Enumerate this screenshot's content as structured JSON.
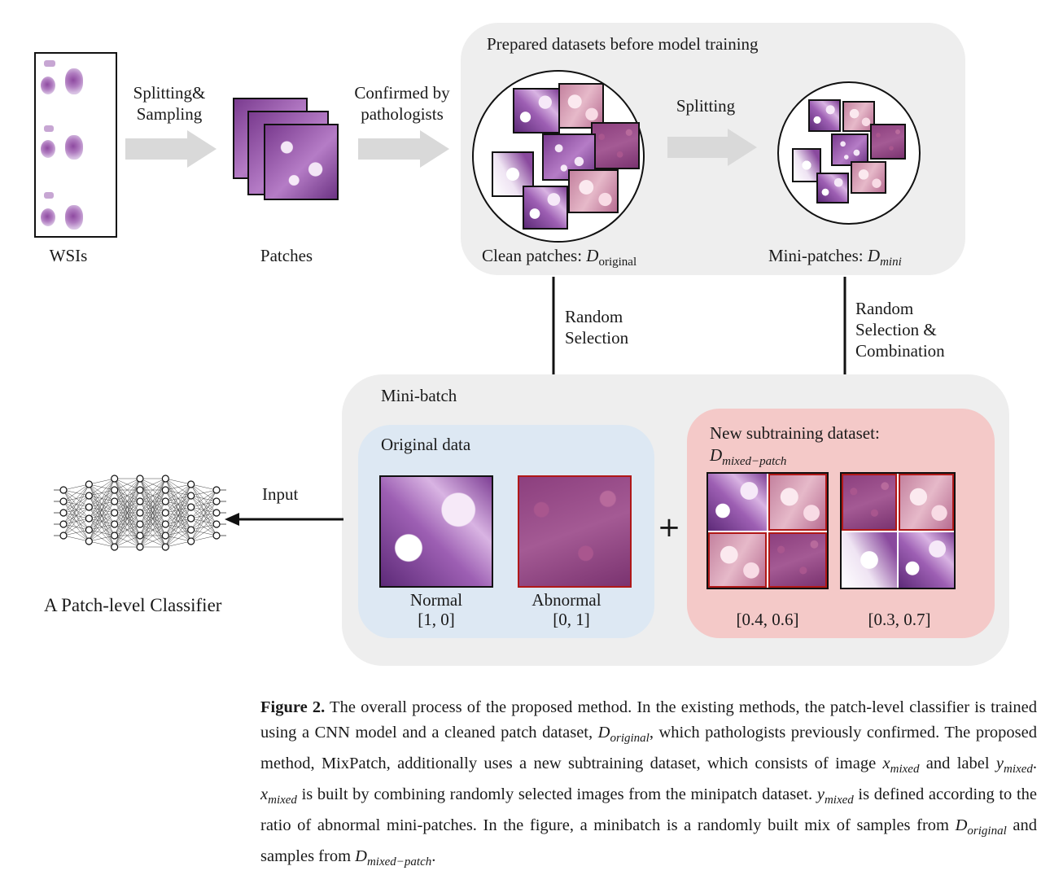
{
  "top": {
    "wsi_label": "WSIs",
    "patches_label": "Patches",
    "arrow1_line1": "Splitting&",
    "arrow1_line2": "Sampling",
    "arrow2_line1": "Confirmed by",
    "arrow2_line2": "pathologists",
    "panel_title": "Prepared datasets before model training",
    "splitting_label": "Splitting",
    "clean_label_prefix": "Clean patches: ",
    "clean_symbol": "D",
    "clean_subscript": "original",
    "mini_label_prefix": "Mini-patches: ",
    "mini_symbol": "D",
    "mini_subscript": "mini"
  },
  "middle": {
    "random_selection_line1": "Random",
    "random_selection_line2": "Selection",
    "random_combo_line1": "Random",
    "random_combo_line2": "Selection &",
    "random_combo_line3": "Combination"
  },
  "minibatch": {
    "title": "Mini-batch",
    "original_title": "Original data",
    "normal_label": "Normal",
    "normal_vector": "[1, 0]",
    "abnormal_label": "Abnormal",
    "abnormal_vector": "[0, 1]",
    "plus": "+",
    "new_title": "New subtraining dataset:",
    "new_symbol": "D",
    "new_subscript": "mixed−patch",
    "mix1_vector": "[0.4, 0.6]",
    "mix2_vector": "[0.3, 0.7]"
  },
  "classifier": {
    "input_label": "Input",
    "label": "A Patch-level Classifier"
  },
  "caption": {
    "figure_label": "Figure 2.",
    "text_1": " The overall process of the proposed method. In the existing methods, the patch-level classifier is trained using a CNN model and a cleaned patch dataset, ",
    "d_original": "D",
    "d_original_sub": "original",
    "text_2": ", which pathologists previously confirmed. The proposed method, MixPatch, additionally uses a new subtraining dataset, which consists of image ",
    "x_mixed": "x",
    "x_mixed_sub": "mixed",
    "text_3": " and label ",
    "y_mixed": "y",
    "y_mixed_sub": "mixed",
    "text_4": ". ",
    "x_mixed2": "x",
    "x_mixed2_sub": "mixed",
    "text_5": " is built by combining randomly selected images from the minipatch dataset. ",
    "y_mixed2": "y",
    "y_mixed2_sub": "mixed",
    "text_6": " is defined according to the ratio of abnormal mini-patches. In the figure, a minibatch is a randomly built mix of samples from ",
    "d_original2": "D",
    "d_original2_sub": "original",
    "text_7": " and samples from ",
    "d_mixed": "D",
    "d_mixed_sub": "mixed−patch",
    "text_8": "."
  },
  "colors": {
    "panel_gray": "#eeeeee",
    "panel_blue": "#dde8f3",
    "panel_red": "#f4c9c8",
    "arrow_gray": "#d9d9d9",
    "patch_red_border": "#b01818"
  }
}
